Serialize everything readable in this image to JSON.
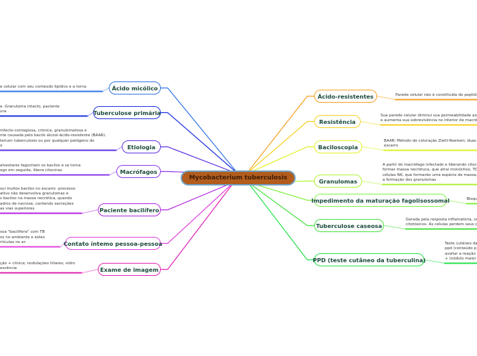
{
  "central": {
    "label": "Mycobacterium tuberculosis",
    "color": "#b25d1e"
  },
  "left_branches": [
    {
      "label": "Ácido micólico",
      "color": "#2f6fe6",
      "note": [
        "e celular com seu conteúdo lipídico e a torna"
      ]
    },
    {
      "label": "Tuberculose primária",
      "color": "#1a2ee0",
      "note": [
        "e. Granuloma intacto, paciente",
        "ura"
      ]
    },
    {
      "label": "Etiologia",
      "color": "#5b2ee0",
      "note": [
        "infecto-contagiosa, crônica, granulomatosa e",
        "nte causada pelo bacilo álcool-ácido-resistente (BAAR).",
        "terium tuberculosis ou por qualquer patógeno do",
        "o"
      ]
    },
    {
      "label": "Macrófagos",
      "color": "#8a35e8",
      "note": [
        "alveolares fagocitam os bacilos e se torna",
        "ogo em seguida, libera citocinas"
      ]
    },
    {
      "label": "Paciente bacilífero",
      "color": "#b020e0",
      "note": [
        "sui muitos bacilos no escarro  -processo",
        "ativo não desenvolva granulomas e",
        "s bacilos na massa necrótica, quando",
        "adros de necrose, contendo secreções",
        "as vias superiores"
      ]
    },
    {
      "label": "Contato íntemo pessoa-pessoa",
      "color": "#e040e0",
      "note": [
        "soa \"bacilífera\" com TB",
        "os no ambiente e estes",
        "rtículas no ar-"
      ]
    },
    {
      "label": "Exame de imagem",
      "color": "#e020b0",
      "note": [
        "ção + clínica; nodulações hilares; vidro",
        "escência"
      ]
    }
  ],
  "right_branches": [
    {
      "label": "Ácido-resistentes",
      "color": "#f5a020",
      "note": [
        "Parede celular não é constituída de peptid"
      ]
    },
    {
      "label": "Resistência",
      "color": "#f5d020",
      "note": [
        "Sua parede celular diminui sua permeabilidade aos",
        "e aumenta sua sobrevivência no interior de macróf"
      ]
    },
    {
      "label": "Baciloscopia",
      "color": "#e0f020",
      "note": [
        "BAAR: Método de coloração Ziehl-Neelsen; duas a",
        "escarro"
      ]
    },
    {
      "label": "Granulomas",
      "color": "#b0f030",
      "note": [
        "A partir do macrófago infectado e liberando citoci",
        "formar massa necrótuca, que atrai monóctiso, TCI",
        "células NK, que formarão uma espécie de massa,",
        "a formação dos granulomas"
      ]
    },
    {
      "label": "Impedimento da maturação fagolisossomal",
      "color": "#7ef03c",
      "note": [
        "Bloqu"
      ]
    },
    {
      "label": "Tuberculose caseosa",
      "color": "#44e03c",
      "note": [
        "Gerada pela resposta inflamatória, cé",
        "citotóxicos. As células perdem seus c"
      ]
    },
    {
      "label": "PPD (teste cutâneo da tuberculina)",
      "color": "#22e04a",
      "note": [
        "Teste cutâneo da",
        "ppd (conteúdo p",
        "avaliar a reação i",
        "+ (nódulo maior"
      ]
    }
  ]
}
